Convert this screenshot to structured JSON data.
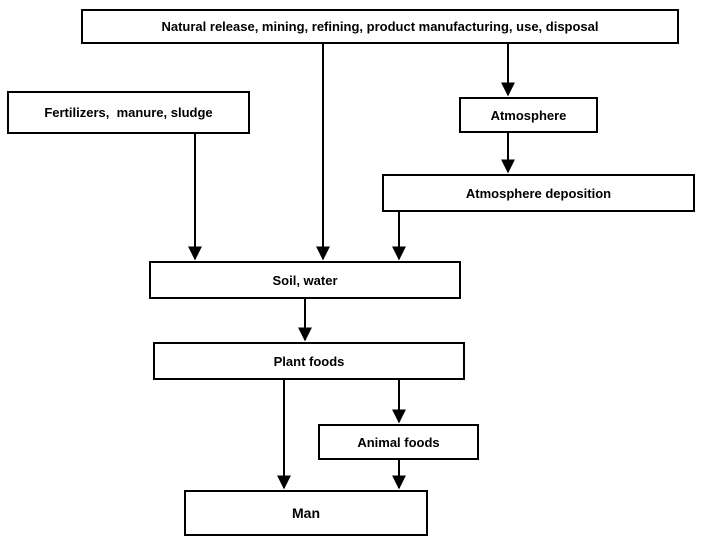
{
  "nodes": {
    "source": "Natural release, mining, refining, product manufacturing, use, disposal",
    "fertilizers": "Fertilizers,  manure, sludge",
    "atmosphere": "Atmosphere",
    "deposition": "Atmosphere deposition",
    "soil_water": "Soil, water",
    "plant_foods": "Plant foods",
    "animal_foods": "Animal foods",
    "man": "Man"
  },
  "edges": [
    {
      "from": "source",
      "to": "soil_water"
    },
    {
      "from": "source",
      "to": "atmosphere"
    },
    {
      "from": "fertilizers",
      "to": "soil_water"
    },
    {
      "from": "atmosphere",
      "to": "deposition"
    },
    {
      "from": "deposition",
      "to": "soil_water"
    },
    {
      "from": "soil_water",
      "to": "plant_foods"
    },
    {
      "from": "plant_foods",
      "to": "man"
    },
    {
      "from": "plant_foods",
      "to": "animal_foods"
    },
    {
      "from": "animal_foods",
      "to": "man"
    }
  ],
  "colors": {
    "line": "#000000",
    "box_border": "#000000",
    "background": "#ffffff"
  }
}
